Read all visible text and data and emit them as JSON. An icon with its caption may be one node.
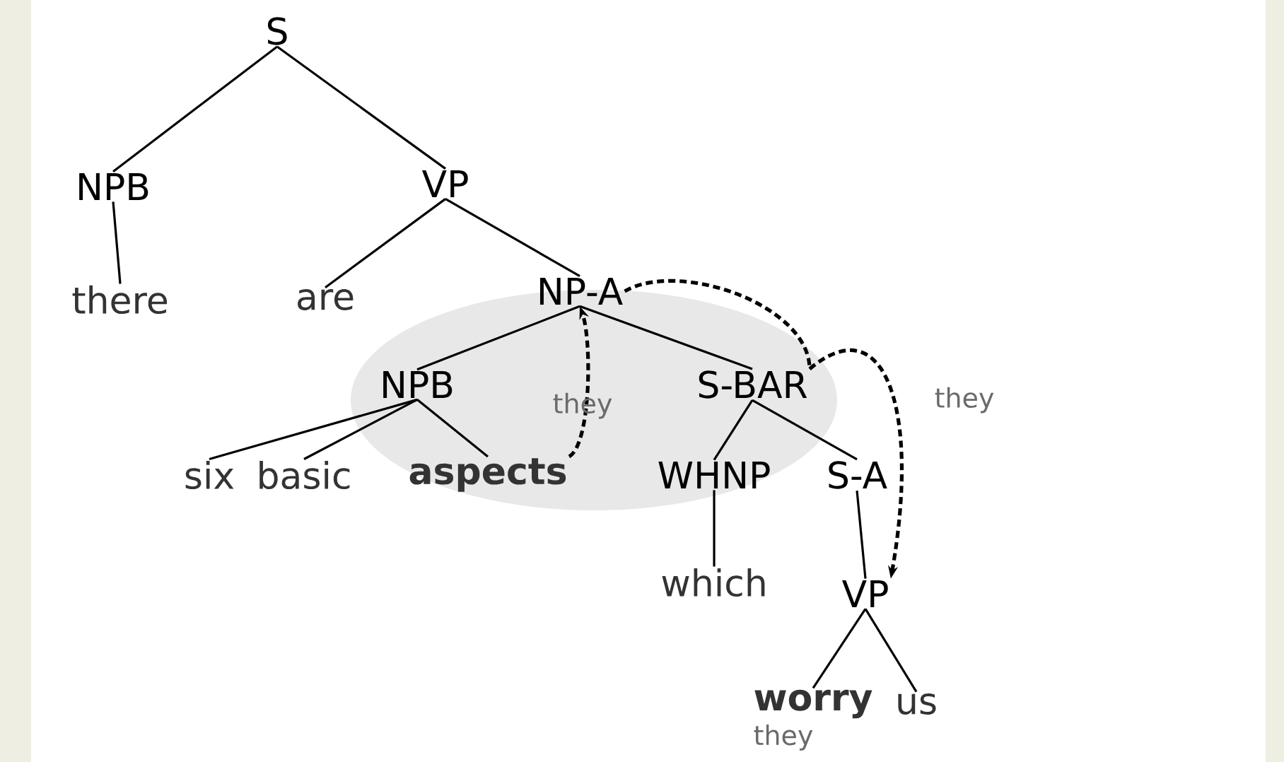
{
  "diagram": {
    "nodes": [
      {
        "text": [
          "S"
        ]
      },
      {
        "text": [
          "NPB"
        ]
      },
      {
        "text": [
          "VP"
        ]
      },
      {
        "text": [
          "there"
        ]
      },
      {
        "text": [
          "are"
        ]
      },
      {
        "text": [
          "NP-A"
        ]
      },
      {
        "text": [
          "NPB"
        ]
      },
      {
        "text": [
          "S-BAR"
        ]
      },
      {
        "text": [
          "six"
        ]
      },
      {
        "text": [
          "basic"
        ]
      },
      {
        "text": [
          "aspects"
        ]
      },
      {
        "text": [
          "WHNP"
        ]
      },
      {
        "text": [
          "S-A"
        ]
      },
      {
        "text": [
          "which"
        ]
      },
      {
        "text": [
          "VP"
        ]
      },
      {
        "text": [
          "worry"
        ],
        "beside": [
          "they"
        ]
      },
      {
        "text": [
          "us"
        ]
      }
    ],
    "edges": [
      {
        "from": 0,
        "to": 1,
        "arrow": "none"
      },
      {
        "from": 0,
        "to": 2,
        "arrow": "none"
      },
      {
        "from": 1,
        "to": 3,
        "arrow": "none"
      },
      {
        "from": 2,
        "to": 4,
        "arrow": "none"
      },
      {
        "from": 2,
        "to": 5,
        "arrow": "none"
      },
      {
        "from": 5,
        "to": 6,
        "arrow": "none"
      },
      {
        "from": 5,
        "to": 7,
        "arrow": "none"
      },
      {
        "from": 6,
        "to": 8,
        "arrow": "none"
      },
      {
        "from": 6,
        "to": 9,
        "arrow": "none"
      },
      {
        "from": 6,
        "to": 10,
        "arrow": "none"
      },
      {
        "from": 7,
        "to": 11,
        "arrow": "none"
      },
      {
        "from": 7,
        "to": 12,
        "arrow": "none"
      },
      {
        "from": 11,
        "to": 13,
        "arrow": "none"
      },
      {
        "from": 12,
        "to": 14,
        "arrow": "none"
      },
      {
        "from": 14,
        "to": 15,
        "arrow": "none"
      },
      {
        "from": 14,
        "to": 16,
        "arrow": "none"
      },
      {
        "from": 10,
        "to": 5,
        "arrow": "to",
        "style": "dashed",
        "label": "they"
      },
      {
        "from": 5,
        "to": 7,
        "arrow": "none",
        "style": "dashed"
      },
      {
        "from": 7,
        "to": 14,
        "arrow": "to",
        "style": "dashed",
        "label": "they"
      }
    ]
  }
}
